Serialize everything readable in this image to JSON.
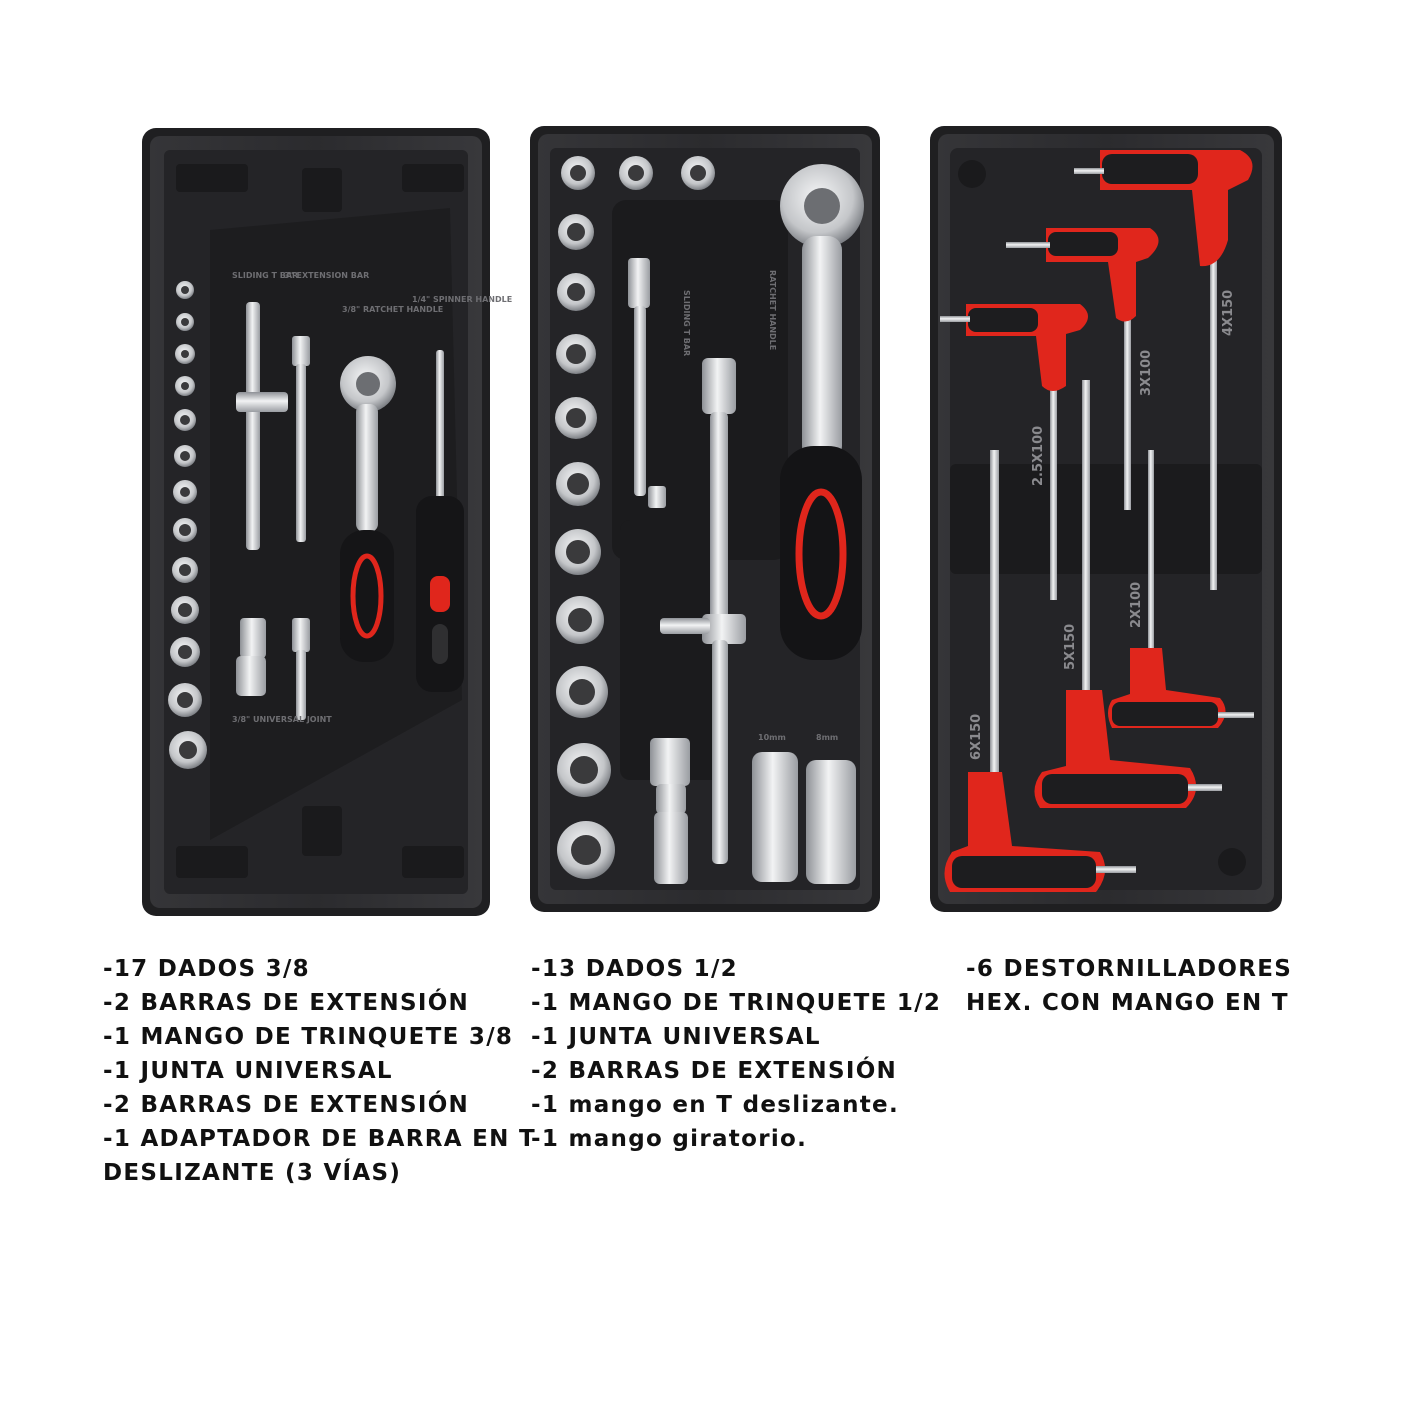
{
  "colors": {
    "background": "#ffffff",
    "tray": "#2a2a2c",
    "tray_inner": "#1c1c1e",
    "metal": "#cfd1d4",
    "handle_red": "#e0261c",
    "handle_black": "#222222"
  },
  "trays": [
    {
      "name": "3/8 socket tray",
      "imprint_labels": [
        "SLIDING T BAR",
        "3\" EXTENSION BAR",
        "3/8\" RATCHET HANDLE",
        "1/4\" SPINNER HANDLE",
        "3/8\" UNIVERSAL JOINT"
      ]
    },
    {
      "name": "1/2 socket tray",
      "imprint_labels": [
        "SLIDING T BAR",
        "RATCHET HANDLE",
        "10mm",
        "8mm"
      ]
    },
    {
      "name": "hex key tray",
      "key_sizes": [
        "4X150",
        "3X100",
        "2.5X100",
        "2X100",
        "5X150",
        "6X150"
      ]
    }
  ],
  "captions": {
    "col1": [
      "-17 DADOS 3/8",
      "-2 BARRAS DE EXTENSIÓN",
      "-1 MANGO DE TRINQUETE 3/8",
      "-1 JUNTA UNIVERSAL",
      "-2 BARRAS DE EXTENSIÓN",
      "-1 ADAPTADOR DE BARRA EN T DESLIZANTE (3 VÍAS)"
    ],
    "col2": [
      "-13 DADOS 1/2",
      "-1 MANGO DE TRINQUETE 1/2",
      "-1 JUNTA UNIVERSAL",
      "-2 BARRAS DE EXTENSIÓN",
      "-1 mango en T deslizante.",
      "-1 mango giratorio."
    ],
    "col3": [
      "-6 DESTORNILLADORES HEX. CON MANGO EN T"
    ]
  }
}
